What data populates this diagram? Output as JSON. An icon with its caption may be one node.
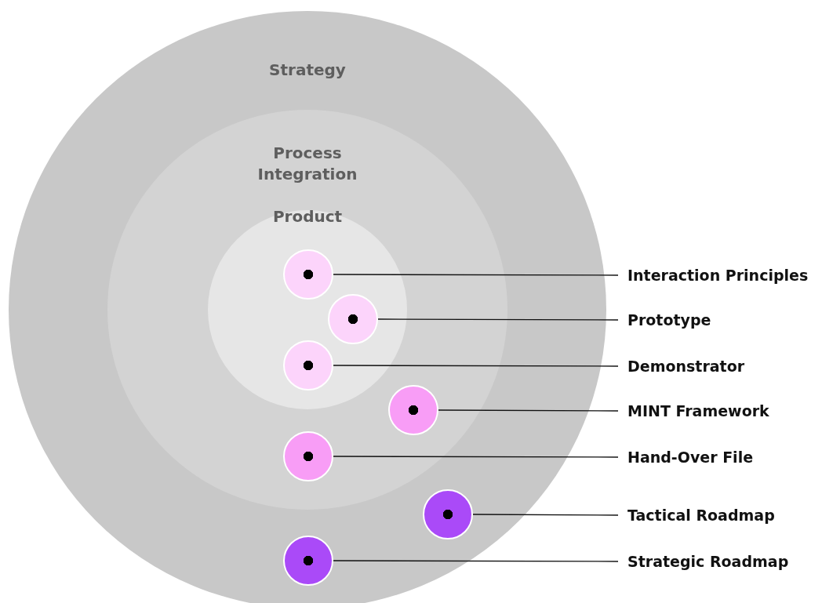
{
  "diagram": {
    "nodes": [
      {
        "text": [
          "Strategy"
        ]
      },
      {
        "text": [
          "Process Integration"
        ],
        "in": 0
      },
      {
        "text": [
          "Product"
        ],
        "in": 1
      },
      {
        "text": [],
        "shape": "circle",
        "in": 2
      },
      {
        "text": [],
        "shape": "circle",
        "in": 2
      },
      {
        "text": [],
        "shape": "circle",
        "in": 2
      },
      {
        "text": [],
        "shape": "circle",
        "in": 1
      },
      {
        "text": [],
        "shape": "circle",
        "in": 1
      },
      {
        "text": [],
        "shape": "circle",
        "in": 0
      },
      {
        "text": [],
        "shape": "circle",
        "in": 0
      },
      {
        "text": [
          "Interaction Principles"
        ]
      },
      {
        "text": [
          "Prototype"
        ]
      },
      {
        "text": [
          "Demonstrator"
        ]
      },
      {
        "text": [
          "MINT Framework"
        ]
      },
      {
        "text": [
          "Hand-Over File"
        ]
      },
      {
        "text": [
          "Tactical Roadmap"
        ]
      },
      {
        "text": [
          "Strategic Roadmap"
        ]
      }
    ],
    "edges": [
      {
        "from": 10,
        "to": 3,
        "arrow": "none"
      },
      {
        "from": 11,
        "to": 4,
        "arrow": "none"
      },
      {
        "from": 12,
        "to": 5,
        "arrow": "none"
      },
      {
        "from": 13,
        "to": 6,
        "arrow": "none"
      },
      {
        "from": 14,
        "to": 7,
        "arrow": "none"
      },
      {
        "from": 15,
        "to": 8,
        "arrow": "none"
      },
      {
        "from": 16,
        "to": 9,
        "arrow": "none"
      }
    ]
  }
}
